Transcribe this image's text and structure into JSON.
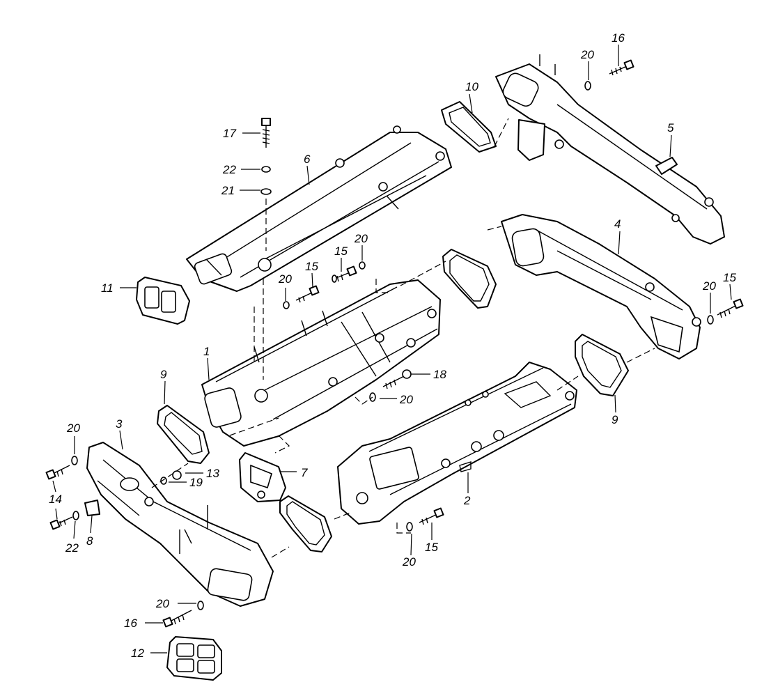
{
  "diagram": {
    "callouts": {
      "c1": "1",
      "c2": "2",
      "c3": "3",
      "c4": "4",
      "c5": "5",
      "c6": "6",
      "c7": "7",
      "c8": "8",
      "c9a": "9",
      "c9b": "9",
      "c10": "10",
      "c11": "11",
      "c12": "12",
      "c13": "13",
      "c14": "14",
      "c15a": "15",
      "c15b": "15",
      "c15c": "15",
      "c15d": "15",
      "c16a": "16",
      "c16b": "16",
      "c17": "17",
      "c18": "18",
      "c19": "19",
      "c20a": "20",
      "c20b": "20",
      "c20c": "20",
      "c20d": "20",
      "c20e": "20",
      "c20f": "20",
      "c20g": "20",
      "c20h": "20",
      "c21": "21",
      "c22a": "22",
      "c22b": "22"
    }
  }
}
